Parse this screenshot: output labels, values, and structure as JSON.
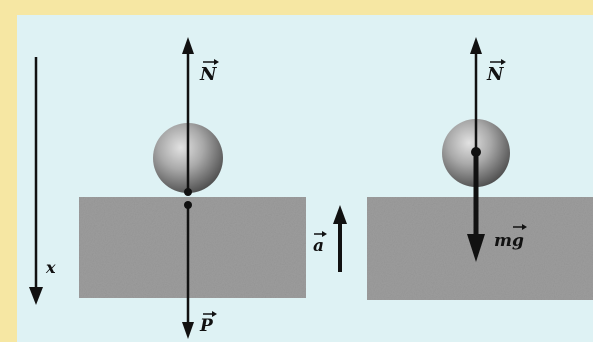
{
  "colors": {
    "background": "#f6e7a3",
    "panel": "#def2f4",
    "ground": "#9c9c9c",
    "arrow": "#111111",
    "sphere_light": "#d9d9d9",
    "sphere_dark": "#4f4f4f"
  },
  "labels": {
    "axis_x": "x",
    "normal_left": "N",
    "weight_left": "P",
    "acceleration": "a",
    "normal_right": "N",
    "weight_right": "mg"
  }
}
